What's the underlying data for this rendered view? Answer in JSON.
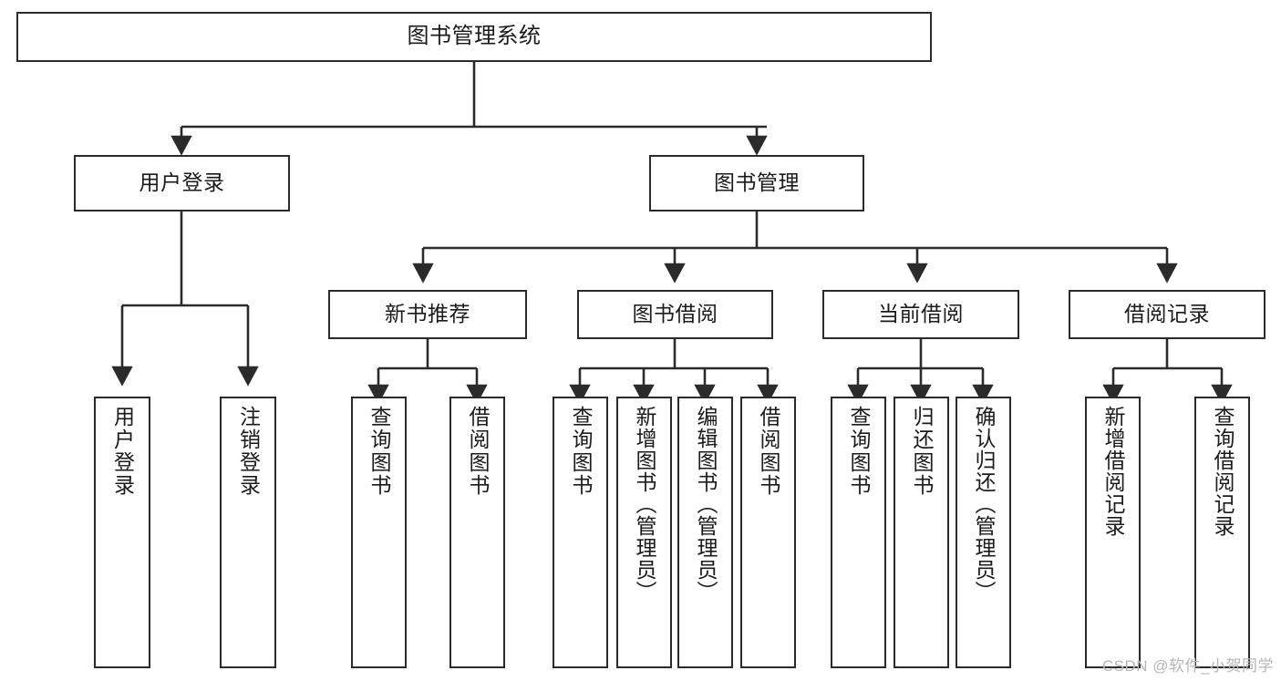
{
  "diagram": {
    "type": "tree",
    "title": "图书管理系统",
    "root": {
      "label": "图书管理系统"
    },
    "level2": [
      {
        "id": "user-login",
        "label": "用户登录"
      },
      {
        "id": "book-manage",
        "label": "图书管理"
      }
    ],
    "level3": [
      {
        "id": "new-book-recommend",
        "label": "新书推荐",
        "parent": "book-manage"
      },
      {
        "id": "book-borrow",
        "label": "图书借阅",
        "parent": "book-manage"
      },
      {
        "id": "current-borrow",
        "label": "当前借阅",
        "parent": "book-manage"
      },
      {
        "id": "borrow-record",
        "label": "借阅记录",
        "parent": "book-manage"
      }
    ],
    "leaves": [
      {
        "id": "leaf-user-login",
        "label": "用户登录",
        "parent": "user-login"
      },
      {
        "id": "leaf-user-logout",
        "label": "注销登录",
        "parent": "user-login"
      },
      {
        "id": "leaf-query-book-1",
        "label": "查询图书",
        "parent": "new-book-recommend"
      },
      {
        "id": "leaf-borrow-book-1",
        "label": "借阅图书",
        "parent": "new-book-recommend"
      },
      {
        "id": "leaf-query-book-2",
        "label": "查询图书",
        "parent": "book-borrow"
      },
      {
        "id": "leaf-add-book",
        "label": "新增图书（管理员）",
        "parent": "book-borrow"
      },
      {
        "id": "leaf-edit-book",
        "label": "编辑图书（管理员）",
        "parent": "book-borrow"
      },
      {
        "id": "leaf-borrow-book-2",
        "label": "借阅图书",
        "parent": "book-borrow"
      },
      {
        "id": "leaf-query-book-3",
        "label": "查询图书",
        "parent": "current-borrow"
      },
      {
        "id": "leaf-return-book",
        "label": "归还图书",
        "parent": "current-borrow"
      },
      {
        "id": "leaf-confirm-return",
        "label": "确认归还（管理员）",
        "parent": "current-borrow"
      },
      {
        "id": "leaf-add-record",
        "label": "新增借阅记录",
        "parent": "borrow-record"
      },
      {
        "id": "leaf-query-record",
        "label": "查询借阅记录",
        "parent": "borrow-record"
      }
    ],
    "colors": {
      "stroke": "#2b2b2b",
      "fill": "#ffffff",
      "text": "#1b1b1b",
      "watermark": "#b6b6b6"
    }
  },
  "watermark": {
    "text": "CSDN @软件_小贺同学"
  }
}
